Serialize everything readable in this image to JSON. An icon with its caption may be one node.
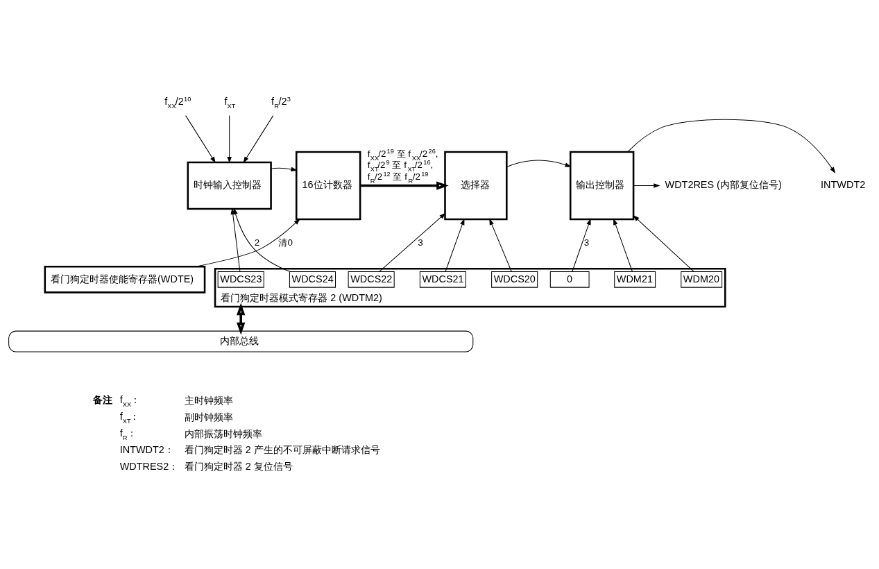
{
  "diagram": {
    "nodes": [
      {
        "text": [
          "f$_{XX}$/2$^{10}$"
        ]
      },
      {
        "text": [
          "f$_{XT}$"
        ]
      },
      {
        "text": [
          "f$_{R}$/2$^{3}$"
        ]
      },
      {
        "text": [
          "时钟输入控制器"
        ]
      },
      {
        "text": [
          "16位计数器"
        ]
      },
      {
        "text": [
          "选择器"
        ]
      },
      {
        "text": [
          "输出控制器"
        ]
      },
      {
        "text": [
          "INTWDT2"
        ]
      },
      {
        "text": [
          "WDT2RES (内部复位信号)"
        ]
      },
      {
        "text": [
          "看门狗定时器使能寄存器(WDTE)"
        ]
      },
      {
        "text": [],
        "shape": "box",
        "beside": [
          "看门狗定时器模式寄存器 2 (WDTM2)"
        ]
      },
      {
        "text": [
          "0"
        ],
        "in": 10
      },
      {
        "text": [
          "WDM21"
        ],
        "in": 10
      },
      {
        "text": [
          "WDM20"
        ],
        "in": 10
      },
      {
        "text": [
          "WDCS24"
        ],
        "in": 10
      },
      {
        "text": [
          "WDCS23"
        ],
        "in": 10
      },
      {
        "text": [
          "WDCS22"
        ],
        "in": 10
      },
      {
        "text": [
          "WDCS21"
        ],
        "in": 10
      },
      {
        "text": [
          "WDCS20"
        ],
        "in": 10
      },
      {
        "text": [
          "内部总线"
        ]
      }
    ],
    "edges": [
      {
        "from": 0,
        "to": 3,
        "arrow": "to"
      },
      {
        "from": 1,
        "to": 3,
        "arrow": "to"
      },
      {
        "from": 2,
        "to": 3,
        "arrow": "to"
      },
      {
        "from": 3,
        "to": 4,
        "arrow": "to"
      },
      {
        "from": 4,
        "to": 5,
        "arrow": "to",
        "style": "thick",
        "label": "f$_{XX}$/2$^{19}$ 至 f$_{XX}$/2$^{26}$, f$_{XT}$/2$^{9}$ 至 f$_{XT}$/2$^{16}$, f$_{R}$/2$^{12}$ 至 f$_{R}$/2$^{19}$"
      },
      {
        "from": 5,
        "to": 6,
        "arrow": "to"
      },
      {
        "from": 6,
        "to": 7,
        "arrow": "to"
      },
      {
        "from": 6,
        "to": 8,
        "arrow": "to"
      },
      {
        "from": 9,
        "to": 4,
        "arrow": "to",
        "label": "清0"
      },
      {
        "from": 14,
        "to": 3,
        "arrow": "to",
        "label": "2"
      },
      {
        "from": 15,
        "to": 3,
        "arrow": "to"
      },
      {
        "from": 16,
        "to": 5,
        "arrow": "to",
        "label": "3"
      },
      {
        "from": 17,
        "to": 5,
        "arrow": "to"
      },
      {
        "from": 18,
        "to": 5,
        "arrow": "to"
      },
      {
        "from": 11,
        "to": 6,
        "arrow": "to",
        "label": "3"
      },
      {
        "from": 12,
        "to": 6,
        "arrow": "to"
      },
      {
        "from": 13,
        "to": 6,
        "arrow": "to"
      },
      {
        "from": 10,
        "to": 19,
        "arrow": "both",
        "style": "thick"
      }
    ],
    "labels": [
      "备注",
      "f$_{XX}$：",
      "主时钟频率",
      "f$_{XT}$：",
      "副时钟频率",
      "f$_{R}$：",
      "内部振荡时钟频率",
      "INTWDT2：",
      "看门狗定时器 2 产生的不可屏蔽中断请求信号",
      "WDTRES2：",
      "看门狗定时器 2 复位信号"
    ]
  }
}
